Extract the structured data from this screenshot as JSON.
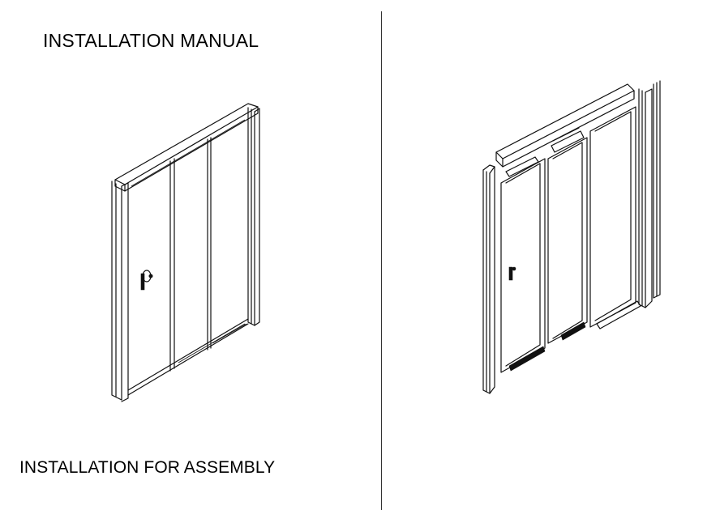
{
  "page": {
    "title_top": "INSTALLATION MANUAL",
    "title_bottom": "INSTALLATION FOR ASSEMBLY"
  },
  "illustrations": {
    "assembled": "assembled-sliding-shower-door",
    "exploded": "exploded-sliding-shower-door"
  }
}
